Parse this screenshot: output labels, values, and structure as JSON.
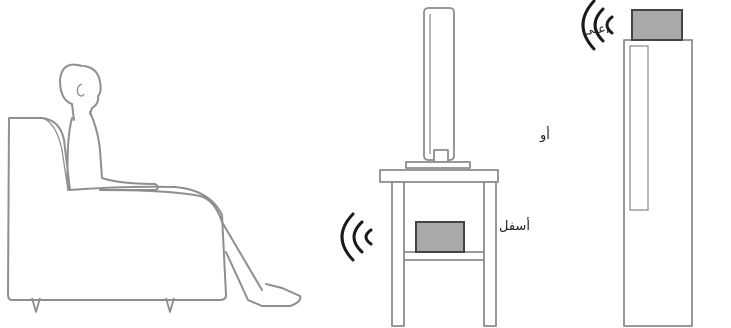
{
  "labels": {
    "top": "أعلى",
    "bottom": "أسفل",
    "or": "أو"
  },
  "colors": {
    "line": "#8f8f8f",
    "speaker_fill": "#a9a9a9",
    "waves": "#1a1a1a"
  },
  "icons": [
    "person-seated",
    "armchair",
    "tv",
    "tv-table",
    "speaker",
    "sound-waves-icon",
    "tall-cabinet"
  ]
}
